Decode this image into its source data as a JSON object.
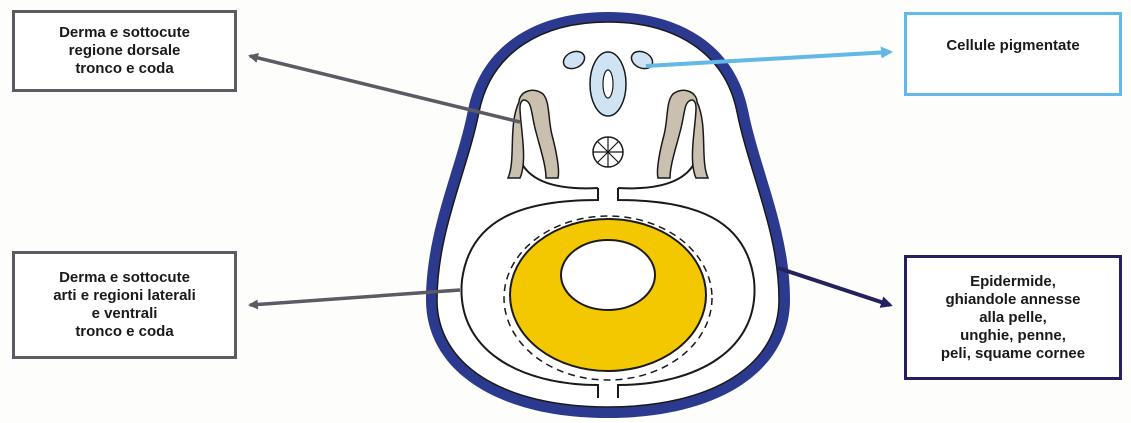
{
  "labels": {
    "top_left": "Derma e sottocute\nregione dorsale\ntronco e coda",
    "bottom_left": "Derma e sottocute\narti e regioni laterali\ne ventrali\ntronco e coda",
    "top_right": "Cellule pigmentate",
    "bottom_right": "Epidermide,\nghiandole annesse\nalla pelle,\nunghie, penne,\npeli, squame cornee"
  },
  "colors": {
    "epidermis": "#2b3a8f",
    "neural_tube": "#cfe3f3",
    "neural_crest": "#62b8e6",
    "dermatome": "#c9c0b0",
    "endoderm_yolk": "#f4c800",
    "dermis_arrow": "#5d5a64",
    "epidermis_arrow": "#23215e"
  }
}
